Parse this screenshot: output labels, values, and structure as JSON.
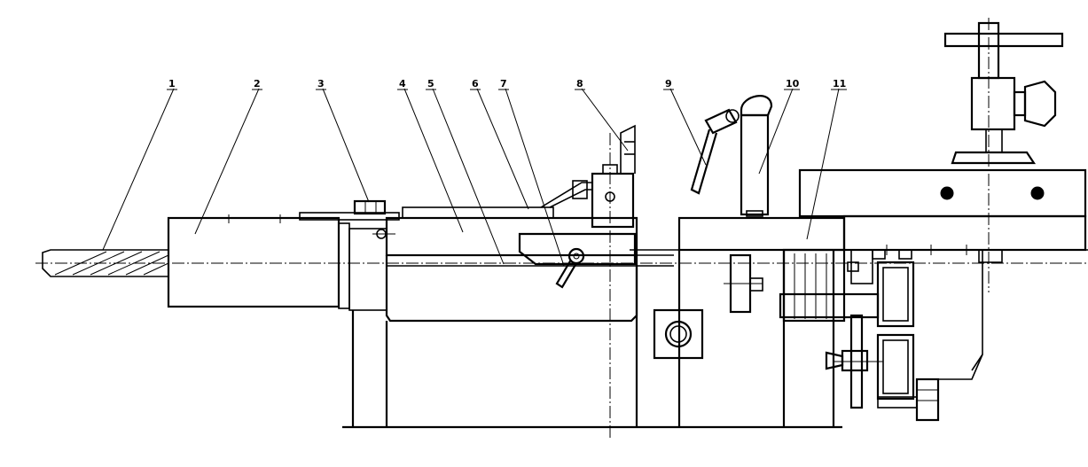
{
  "diagram": {
    "part_labels": [
      "1",
      "2",
      "3",
      "4",
      "5",
      "6",
      "7",
      "8",
      "9",
      "10",
      "11"
    ]
  }
}
